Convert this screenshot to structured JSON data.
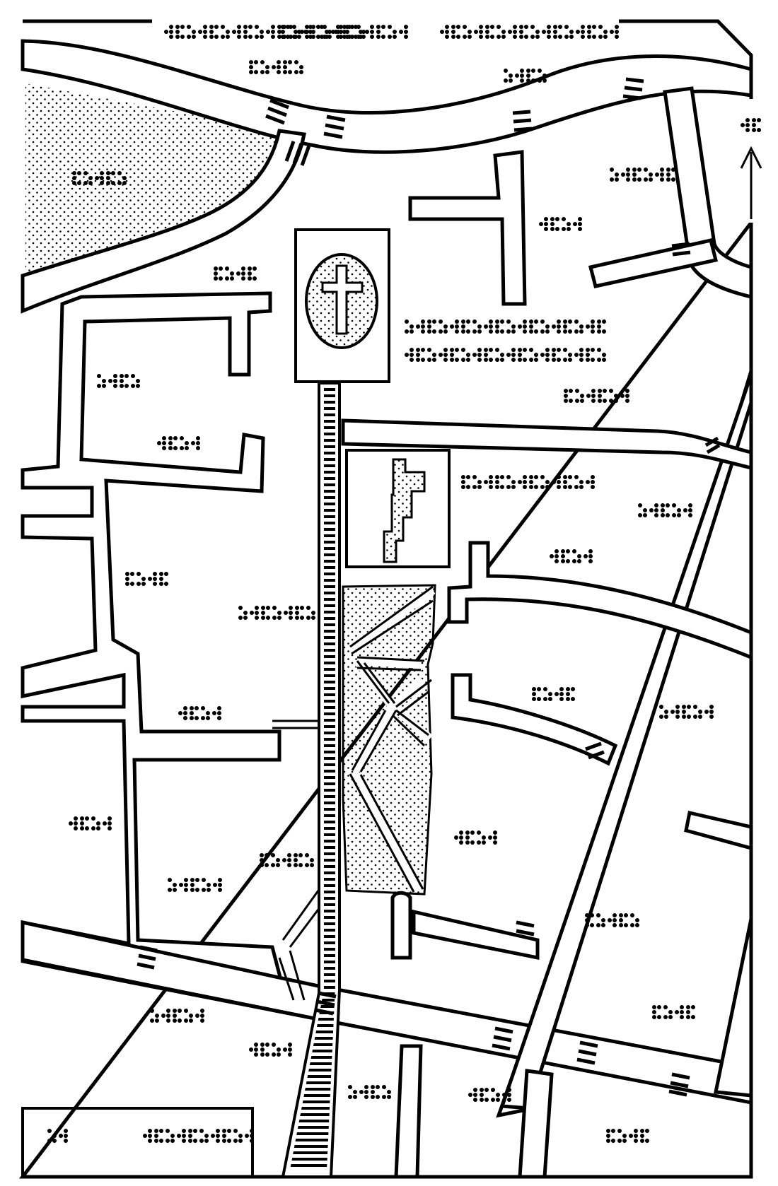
{
  "map": {
    "type": "tactile braille map",
    "background": "#ffffff",
    "ink": "#000000",
    "landmarks": [
      {
        "name": "cemetery",
        "symbol": "cross-in-oval"
      },
      {
        "name": "building",
        "symbol": "stippled-building"
      },
      {
        "name": "park",
        "symbol": "stippled-area"
      }
    ],
    "north_arrow": {
      "direction": "north"
    },
    "braille_labels_count": 32
  }
}
